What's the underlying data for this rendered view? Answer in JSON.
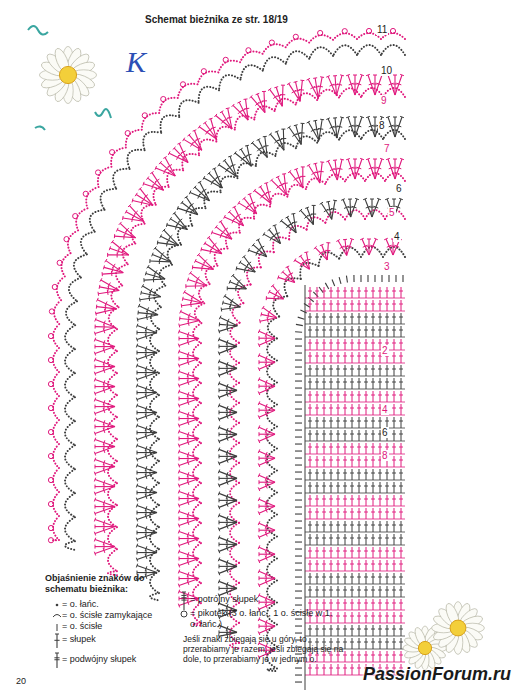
{
  "diagram": {
    "title": "Schemat bieżnika ze str. 18/19",
    "labels": [
      "K",
      "11",
      "10",
      "9",
      "8",
      "7",
      "6",
      "5",
      "4",
      "3",
      "2",
      "4",
      "6",
      "8",
      "Objaśnienie znaków do schematu bieżnika:",
      "Jeśli znaki zbiegają się u góry, to przerabiamy je razem, jeśli zbiegają się na dole, to przerabiamy je w jednym o.",
      "20",
      "PassionForum.ru"
    ],
    "legend": [
      {
        "text": "= o. łańc."
      },
      {
        "text": "= o. ścisłe zamykające"
      },
      {
        "text": "= o. ścisłe"
      },
      {
        "text": "= słupek"
      },
      {
        "text": "= podwójny słupek"
      },
      {
        "text": "= potrójny słupek"
      },
      {
        "text": "= pikotek (3 o. łańc., 1 o. ścisłe w 1. o. łańc.)"
      }
    ]
  }
}
